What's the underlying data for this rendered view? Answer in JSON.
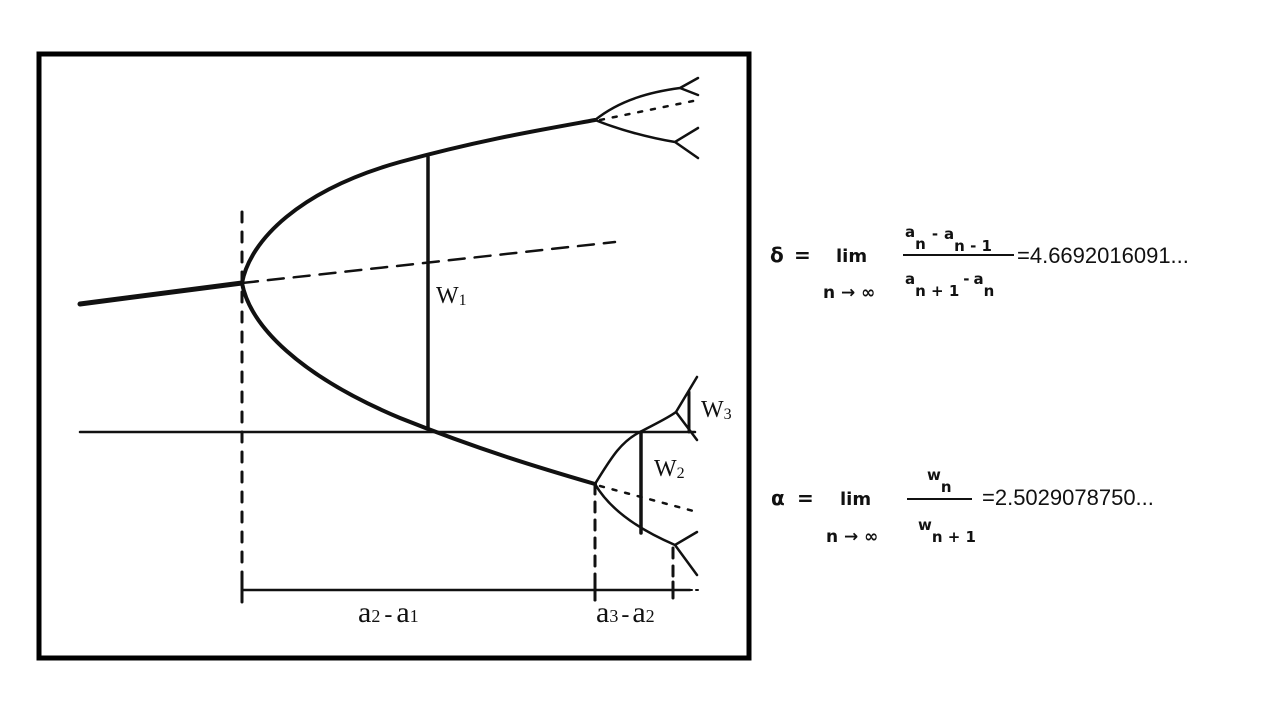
{
  "diagram": {
    "labels": {
      "w1": {
        "main": "W",
        "sub": "1"
      },
      "w2": {
        "main": "W",
        "sub": "2"
      },
      "w3": {
        "main": "W",
        "sub": "3"
      },
      "a2_a1": {
        "a": "a",
        "s1": "2",
        "minus": "-",
        "b": "a",
        "s2": "1"
      },
      "a3_a2": {
        "a": "a",
        "s1": "3",
        "minus": "-",
        "b": "a",
        "s2": "2"
      }
    }
  },
  "formulas": {
    "delta": {
      "symbol": "δ",
      "eq": "=",
      "lim": "lim",
      "limit_under": "n → ∞",
      "num_a": "a",
      "num_a_sub": "n",
      "num_minus": "-",
      "num_b": "a",
      "num_b_sub": "n - 1",
      "den_a": "a",
      "den_a_sub": "n + 1",
      "den_minus": "-",
      "den_b": "a",
      "den_b_sub": "n",
      "value": "=4.6692016091..."
    },
    "alpha": {
      "symbol": "α",
      "eq": "=",
      "lim": "lim",
      "limit_under": "n → ∞",
      "num_w": "w",
      "num_w_sub": "n",
      "den_w": "w",
      "den_w_sub": "n + 1",
      "value": "=2.5029078750..."
    }
  }
}
